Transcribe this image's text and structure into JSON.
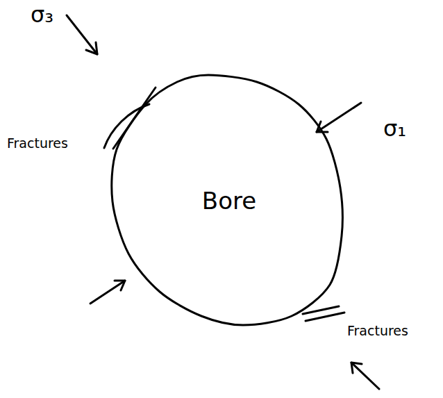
{
  "diagram": {
    "nodes": [
      {
        "text": [
          "Bore"
        ]
      }
    ],
    "labels": [
      "σ₃",
      "σ₁",
      "Fractures",
      "Fractures"
    ]
  }
}
